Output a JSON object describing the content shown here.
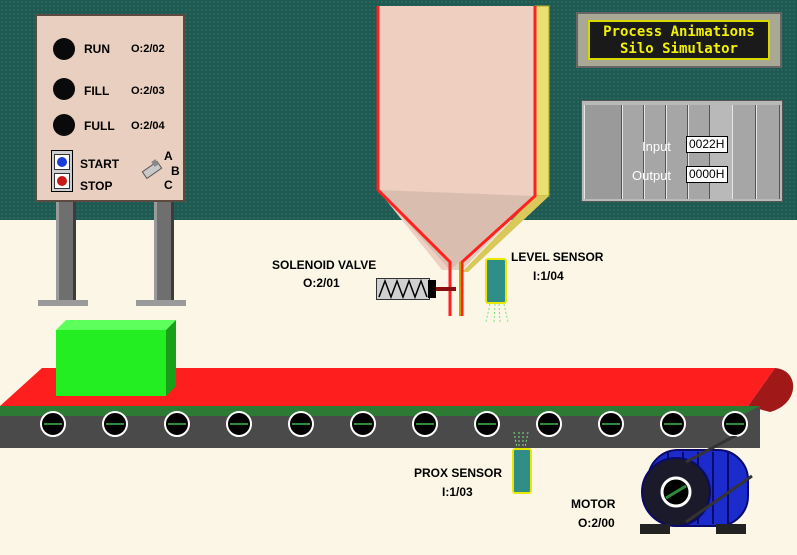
{
  "title": {
    "line1": "Process Animations",
    "line2": "Silo Simulator"
  },
  "panel": {
    "lamps": [
      {
        "label": "RUN",
        "address": "O:2/02"
      },
      {
        "label": "FILL",
        "address": "O:2/03"
      },
      {
        "label": "FULL",
        "address": "O:2/04"
      }
    ],
    "start_label": "START",
    "stop_label": "STOP",
    "selector_labels": [
      "A",
      "B",
      "C"
    ]
  },
  "plc": {
    "input_label": "Input",
    "input_value": "0022H",
    "output_label": "Output",
    "output_value": "0000H"
  },
  "solenoid": {
    "label": "SOLENOID VALVE",
    "address": "O:2/01"
  },
  "level_sensor": {
    "label": "LEVEL SENSOR",
    "address": "I:1/04"
  },
  "prox_sensor": {
    "label": "PROX SENSOR",
    "address": "I:1/03"
  },
  "motor": {
    "label": "MOTOR",
    "address": "O:2/00"
  },
  "colors": {
    "wall": "#1f5a52",
    "belt": "#ff1e1e",
    "box": "#22ee22",
    "silo": "#eecfc0",
    "lamp": "#000000",
    "title_text": "#f2f200"
  },
  "icons": {
    "start_button": "blue-pushbutton-icon",
    "stop_button": "red-pushbutton-icon",
    "selector": "selector-key-icon"
  }
}
